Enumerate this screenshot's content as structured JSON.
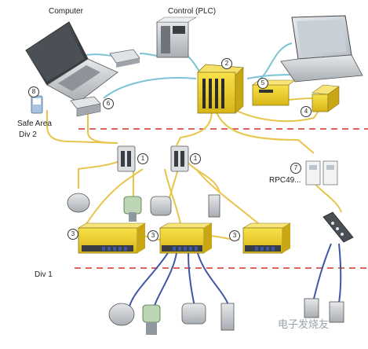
{
  "labels": {
    "computer": "Computer",
    "control": "Control (PLC)",
    "safe_area": "Safe Area",
    "div2": "Div 2",
    "div1": "Div 1",
    "rpc": "RPC49..."
  },
  "markers": [
    "1",
    "1",
    "2",
    "3",
    "3",
    "3",
    "4",
    "5",
    "6",
    "7",
    "8"
  ],
  "watermark": "电子发烧友",
  "colors": {
    "module_yellow": "#f2d22a",
    "cable_yellow": "#e8c54a",
    "cable_blue": "#3c57a5",
    "cable_cyan": "#7cc3d6",
    "zone_line": "#d6312a",
    "gray_device": "#c8ccd0"
  }
}
